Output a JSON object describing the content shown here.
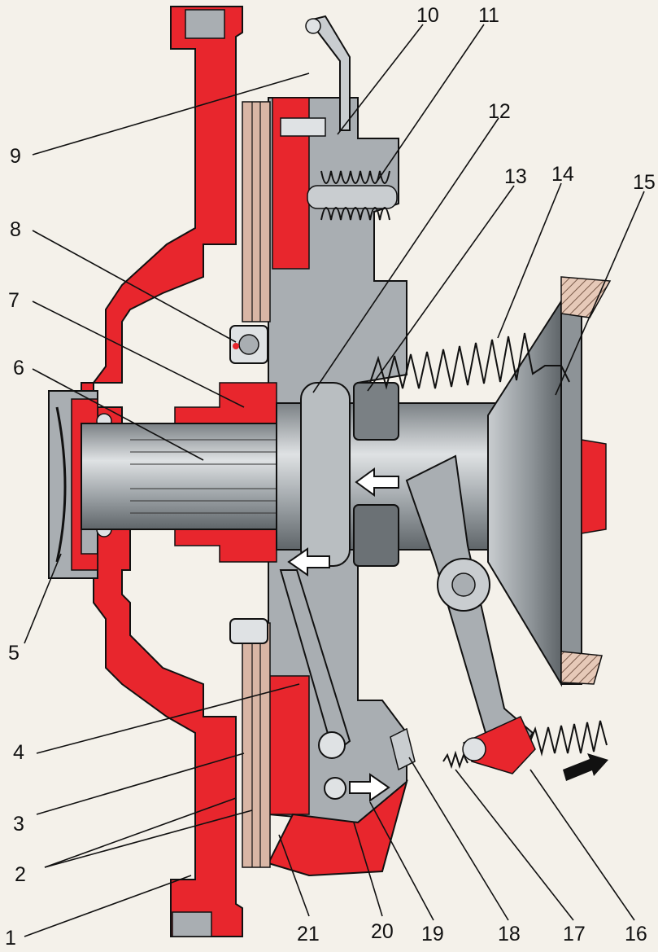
{
  "labels": [
    {
      "id": "1",
      "text": "1"
    },
    {
      "id": "2",
      "text": "2"
    },
    {
      "id": "3",
      "text": "3"
    },
    {
      "id": "4",
      "text": "4"
    },
    {
      "id": "5",
      "text": "5"
    },
    {
      "id": "6",
      "text": "6"
    },
    {
      "id": "7",
      "text": "7"
    },
    {
      "id": "8",
      "text": "8"
    },
    {
      "id": "9",
      "text": "9"
    },
    {
      "id": "10",
      "text": "10"
    },
    {
      "id": "11",
      "text": "11"
    },
    {
      "id": "12",
      "text": "12"
    },
    {
      "id": "13",
      "text": "13"
    },
    {
      "id": "14",
      "text": "14"
    },
    {
      "id": "15",
      "text": "15"
    },
    {
      "id": "16",
      "text": "16"
    },
    {
      "id": "17",
      "text": "17"
    },
    {
      "id": "18",
      "text": "18"
    },
    {
      "id": "19",
      "text": "19"
    },
    {
      "id": "20",
      "text": "20"
    },
    {
      "id": "21",
      "text": "21"
    }
  ],
  "colors": {
    "background": "#f4f1ea",
    "section_red": "#e8262d",
    "steel": "#a9aeb2",
    "steel_light": "#c9cdd0",
    "steel_dark": "#5f6569",
    "outline": "#111111"
  }
}
